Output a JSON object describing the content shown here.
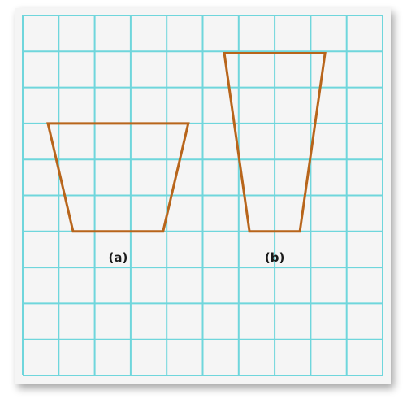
{
  "grid": {
    "columns": 10,
    "rows": 10,
    "line_color": "#6fd6dc",
    "background_color": "#f5f5f5"
  },
  "shapes": [
    {
      "label": "(a)",
      "vertices": [
        [
          0.7,
          3
        ],
        [
          4.6,
          3
        ],
        [
          3.9,
          6
        ],
        [
          1.4,
          6
        ]
      ],
      "color": "#b8651b"
    },
    {
      "label": "(b)",
      "vertices": [
        [
          5.6,
          1.05
        ],
        [
          8.4,
          1.05
        ],
        [
          7.7,
          6
        ],
        [
          6.3,
          6
        ]
      ],
      "color": "#b8651b"
    }
  ]
}
